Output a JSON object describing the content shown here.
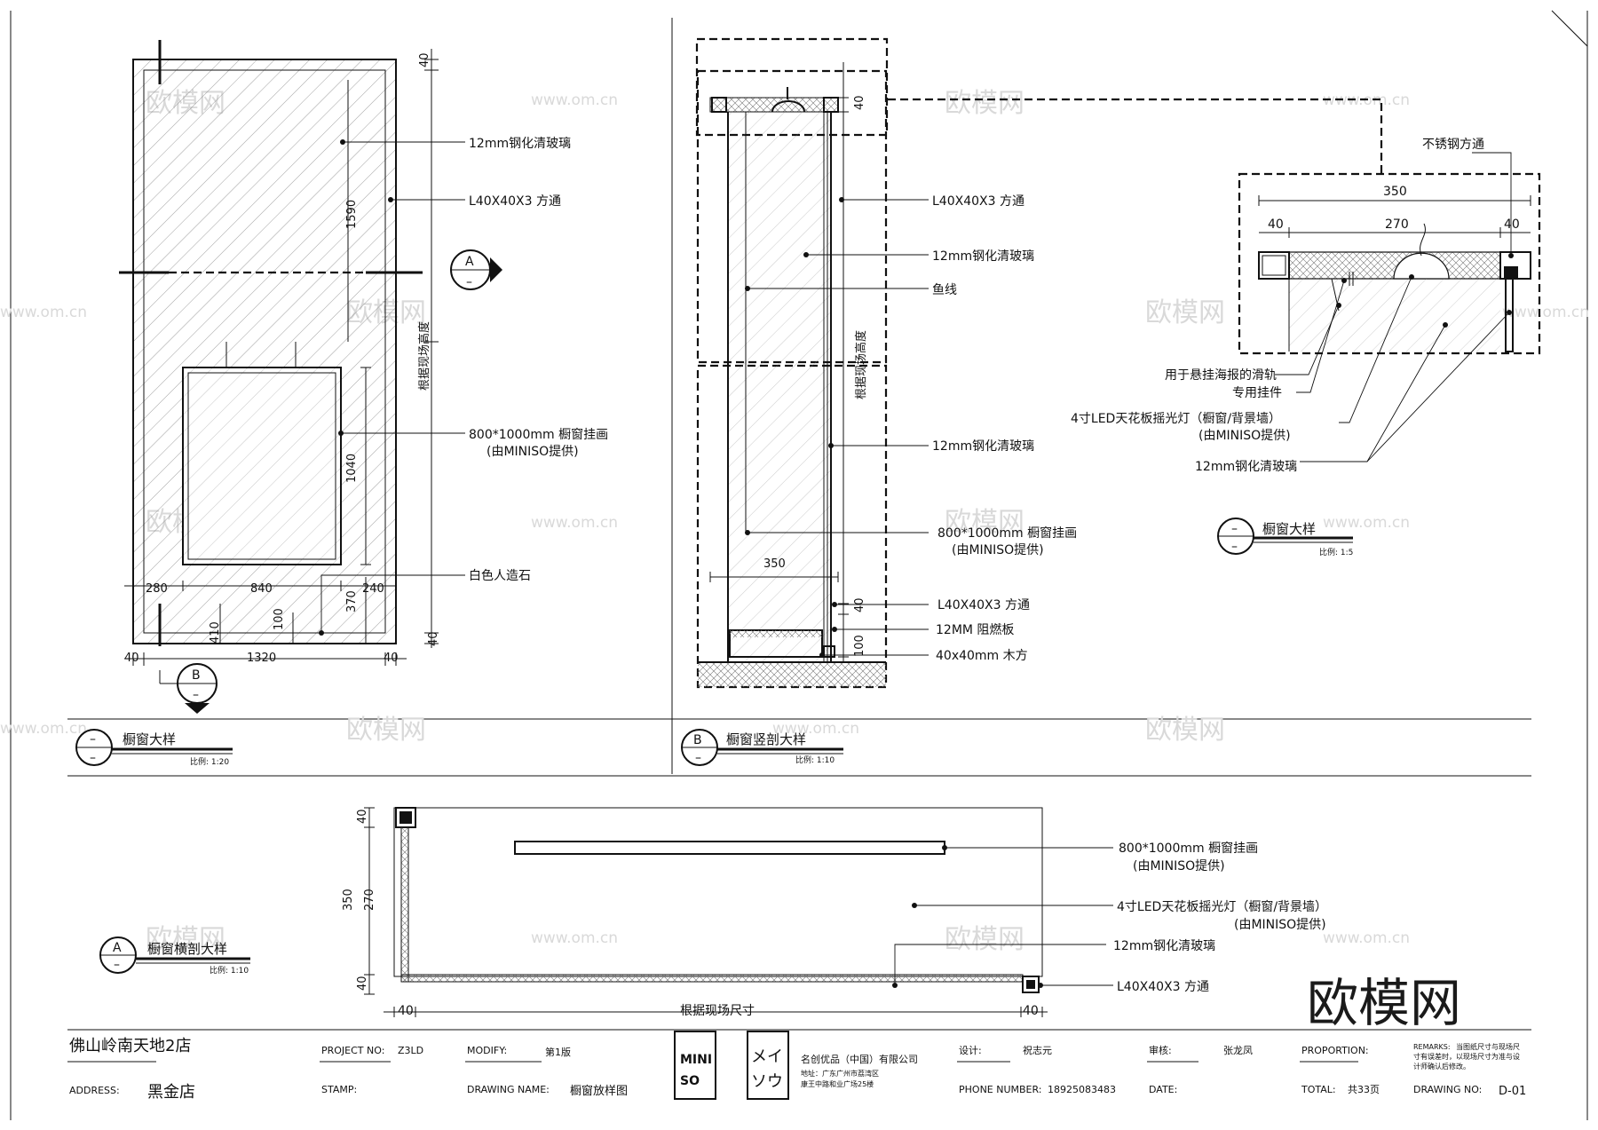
{
  "watermarks": {
    "site": "www.om.cn",
    "brand": "欧模网",
    "big": "欧模网"
  },
  "elevation": {
    "callouts": [
      "12mm钢化清玻璃",
      "L40X40X3 方通",
      "800*1000mm 橱窗挂画",
      "(由MINISO提供)",
      "白色人造石"
    ],
    "dims": [
      "40",
      "1590",
      "根据现场高度",
      "1040",
      "280",
      "840",
      "370",
      "240",
      "410",
      "100",
      "40",
      "1320",
      "40",
      "40"
    ],
    "marker_a": "A",
    "marker_b": "B",
    "dash": "–",
    "title": "橱窗大样",
    "scale": "比例: 1:20"
  },
  "section_b": {
    "callouts": [
      "L40X40X3 方通",
      "12mm钢化清玻璃",
      "鱼线",
      "12mm钢化清玻璃",
      "800*1000mm 橱窗挂画",
      "(由MINISO提供)",
      "L40X40X3 方通",
      "12MM 阻燃板",
      "40x40mm 木方"
    ],
    "dims": [
      "40",
      "根据现场高度",
      "350",
      "40",
      "100"
    ],
    "marker": "B",
    "dash": "–",
    "title": "橱窗竖剖大样",
    "scale": "比例: 1:10"
  },
  "detail": {
    "callouts": [
      "不锈钢方通",
      "用于悬挂海报的滑轨",
      "专用挂件",
      "4寸LED天花板摇光灯（橱窗/背景墙）",
      "(由MINISO提供)",
      "12mm钢化清玻璃"
    ],
    "dims": [
      "350",
      "40",
      "270",
      "40"
    ],
    "dash": "–",
    "title": "橱窗大样",
    "scale": "比例: 1:5"
  },
  "plan_a": {
    "callouts": [
      "800*1000mm 橱窗挂画",
      "(由MINISO提供)",
      "4寸LED天花板摇光灯（橱窗/背景墙）",
      "(由MINISO提供)",
      "12mm钢化清玻璃",
      "L40X40X3 方通"
    ],
    "dims": [
      "40",
      "350",
      "270",
      "40",
      "40",
      "根据现场尺寸",
      "40"
    ],
    "marker": "A",
    "dash": "–",
    "title": "橱窗横剖大样",
    "scale": "比例: 1:10"
  },
  "titleblock": {
    "project_name": "佛山岭南天地2店",
    "address_label": "ADDRESS:",
    "address": "黑金店",
    "project_no_label": "PROJECT NO:",
    "project_no": "Z3LD",
    "stamp_label": "STAMP:",
    "modify_label": "MODIFY:",
    "modify": "第1版",
    "drawing_name_label": "DRAWING NAME:",
    "drawing_name": "橱窗放样图",
    "logo1_line1": "MINI",
    "logo1_line2": "SO",
    "logo2_line1": "メイ",
    "logo2_line2": "ソウ",
    "company": "名创优品（中国）有限公司",
    "company_addr1": "地址：广东广州市荔湾区",
    "company_addr2": "康王中路和业广场25楼",
    "design_label": "设计:",
    "designer": "祝志元",
    "phone_label": "PHONE NUMBER:",
    "phone": "18925083483",
    "review_label": "审核:",
    "reviewer": "张龙凤",
    "date_label": "DATE:",
    "proportion_label": "PROPORTION:",
    "total_label": "TOTAL:",
    "total": "共33页",
    "remarks_label": "REMARKS:",
    "remarks1": "当图纸尺寸与现场尺",
    "remarks2": "寸有误差时，以现场尺寸为准与设",
    "remarks3": "计师确认后修改。",
    "drawing_no_label": "DRAWING NO:",
    "drawing_no": "D-01"
  }
}
